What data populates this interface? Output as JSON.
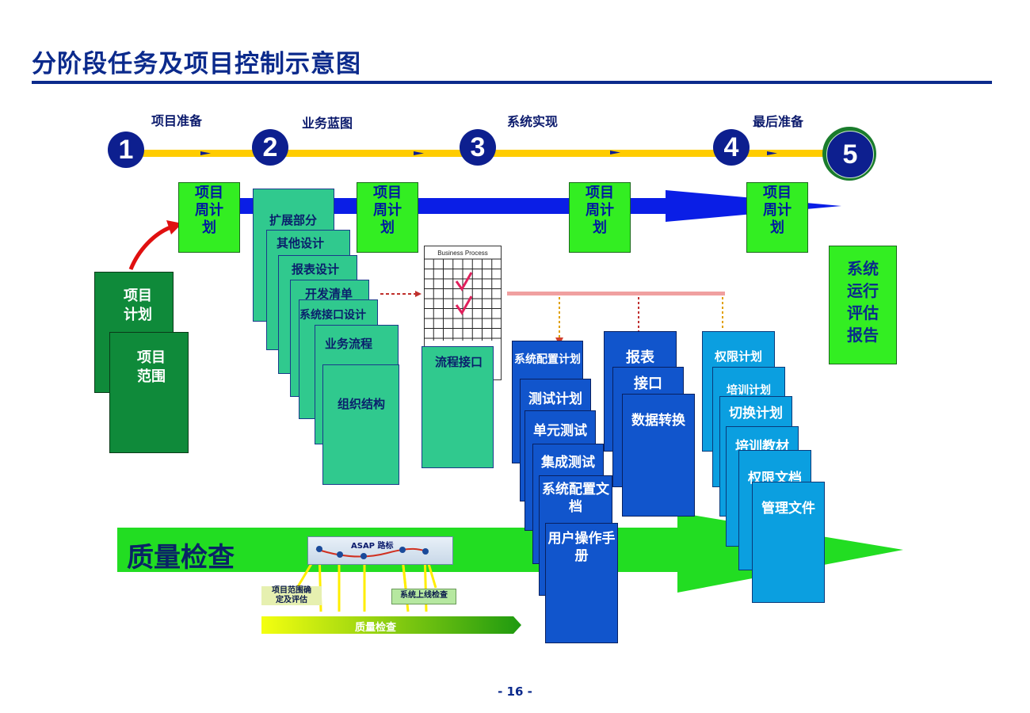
{
  "title": "分阶段任务及项目控制示意图",
  "phases": [
    "项目准备",
    "业务蓝图",
    "系统实现",
    "最后准备"
  ],
  "steps": [
    "1",
    "2",
    "3",
    "4",
    "5"
  ],
  "plan_label": "项目周计划",
  "plan_lines": [
    "项目",
    "周计",
    "划"
  ],
  "left_cards": [
    "项目\n计划",
    "项目\n范围"
  ],
  "blueprint_cards": [
    "扩展部分",
    "其他设计",
    "报表设计",
    "开发清单",
    "系统接口设计",
    "业务流程",
    "组织结构"
  ],
  "business_process_caption": "Business Process",
  "flow_interface": "流程接口",
  "config_stack": [
    "系统配置计划",
    "测试计划",
    "单元测试",
    "集成测试",
    "系统配置文档",
    "用户操作手册"
  ],
  "report_stack": [
    "报表",
    "接口",
    "数据转换"
  ],
  "auth_stack": [
    "权限计划",
    "培训计划",
    "切换计划",
    "培训教材",
    "权限文档",
    "管理文件"
  ],
  "final_report": "系统\n运行\n评估\n报告",
  "quality_banner": "质量检查",
  "asap_label": "ASAP 路标",
  "scope_check": "项目范围确\n定及评估",
  "go_live_check": "系统上线检查",
  "quality_bar": "质量检查",
  "page_number": "- 16 -",
  "colors": {
    "title": "#0b2a8c",
    "plan": "#33ee22",
    "arrow_blue": "#0a1ee6",
    "timeline": "#ffcc00",
    "quality_green": "#22dd22"
  }
}
